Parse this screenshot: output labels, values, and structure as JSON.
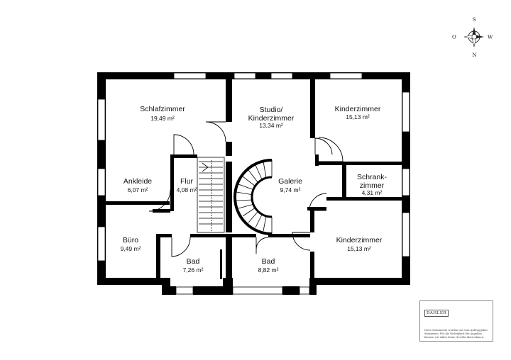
{
  "compass": {
    "north": "N",
    "east": "O",
    "south": "S",
    "west": "W"
  },
  "rooms": [
    {
      "id": "schlafzimmer",
      "label": "Schlafzimmer",
      "area": "19,49 m²"
    },
    {
      "id": "studio",
      "label": "Studio/",
      "label2": "Kinderzimmer",
      "area": "13,34 m²"
    },
    {
      "id": "kinderzimmer1",
      "label": "Kinderzimmer",
      "area": "15,13 m²"
    },
    {
      "id": "ankleide",
      "label": "Ankleide",
      "area": "6,07 m²"
    },
    {
      "id": "flur",
      "label": "Flur",
      "area": "4,08 m²"
    },
    {
      "id": "galerie",
      "label": "Galerie",
      "area": "9,74 m²"
    },
    {
      "id": "schrankzimmer",
      "label": "Schrank-",
      "label2": "zimmer",
      "area": "4,31 m²"
    },
    {
      "id": "buero",
      "label": "Büro",
      "area": "9,49 m²"
    },
    {
      "id": "bad1",
      "label": "Bad",
      "area": "7,26 m²"
    },
    {
      "id": "bad2",
      "label": "Bad",
      "area": "8,82 m²"
    },
    {
      "id": "kinderzimmer2",
      "label": "Kinderzimmer",
      "area": "15,13 m²"
    }
  ],
  "disclaimer": {
    "brand": "DAHLER",
    "text": "Diese Dokumente wurden uns vom Auftraggeber übergeben. Für die Richtigkeit der Angaben können wir daher keine Gewähr übernehmen."
  }
}
